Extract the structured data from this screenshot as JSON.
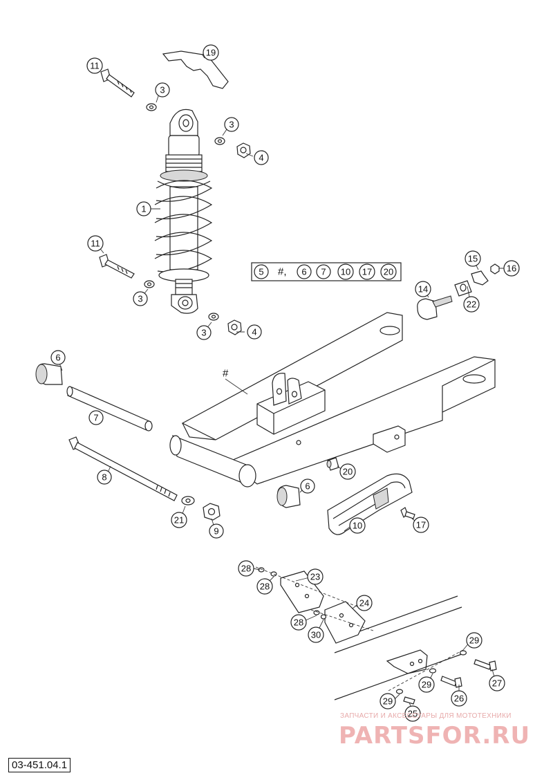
{
  "diagram": {
    "code": "03-451.04.1",
    "kit_label": {
      "prefix": "5",
      "hash": "#,",
      "items": [
        "6",
        "7",
        "10",
        "17",
        "20"
      ]
    },
    "hash_marker": "#",
    "callouts": [
      {
        "id": "c11a",
        "num": "11"
      },
      {
        "id": "c19",
        "num": "19"
      },
      {
        "id": "c3a",
        "num": "3"
      },
      {
        "id": "c3b",
        "num": "3"
      },
      {
        "id": "c4a",
        "num": "4"
      },
      {
        "id": "c1",
        "num": "1"
      },
      {
        "id": "c11b",
        "num": "11"
      },
      {
        "id": "c3c",
        "num": "3"
      },
      {
        "id": "c3d",
        "num": "3"
      },
      {
        "id": "c4b",
        "num": "4"
      },
      {
        "id": "c15",
        "num": "15"
      },
      {
        "id": "c16",
        "num": "16"
      },
      {
        "id": "c14",
        "num": "14"
      },
      {
        "id": "c22",
        "num": "22"
      },
      {
        "id": "c6a",
        "num": "6"
      },
      {
        "id": "c7",
        "num": "7"
      },
      {
        "id": "c8",
        "num": "8"
      },
      {
        "id": "c20",
        "num": "20"
      },
      {
        "id": "c6b",
        "num": "6"
      },
      {
        "id": "c21",
        "num": "21"
      },
      {
        "id": "c9",
        "num": "9"
      },
      {
        "id": "c10",
        "num": "10"
      },
      {
        "id": "c17",
        "num": "17"
      },
      {
        "id": "c28a",
        "num": "28"
      },
      {
        "id": "c28b",
        "num": "28"
      },
      {
        "id": "c23",
        "num": "23"
      },
      {
        "id": "c24",
        "num": "24"
      },
      {
        "id": "c28c",
        "num": "28"
      },
      {
        "id": "c30",
        "num": "30"
      },
      {
        "id": "c29a",
        "num": "29"
      },
      {
        "id": "c27",
        "num": "27"
      },
      {
        "id": "c29b",
        "num": "29"
      },
      {
        "id": "c26",
        "num": "26"
      },
      {
        "id": "c29c",
        "num": "29"
      },
      {
        "id": "c25",
        "num": "25"
      }
    ]
  },
  "watermark": {
    "tagline": "ЗАПЧАСТИ И АКСЕССУАРЫ ДЛЯ МОТОТЕХНИКИ",
    "brand": "PARTSFOR.RU"
  }
}
